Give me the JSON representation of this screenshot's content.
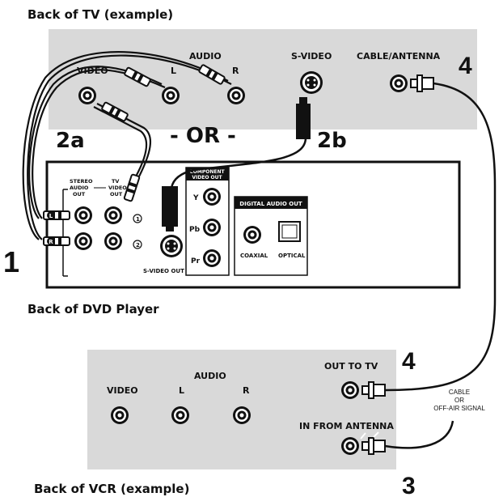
{
  "captions": {
    "tv": "Back of TV (example)",
    "dvd": "Back of DVD Player",
    "vcr": "Back of VCR (example)"
  },
  "tv_panel": {
    "video": "VIDEO",
    "audio": "AUDIO",
    "l": "L",
    "r": "R",
    "svideo": "S-VIDEO",
    "cable_antenna": "CABLE/ANTENNA"
  },
  "dvd_panel": {
    "stereo_audio_out": [
      "STEREO",
      "AUDIO",
      "OUT"
    ],
    "tv_video_out": [
      "TV",
      "VIDEO",
      "OUT"
    ],
    "jack_num_1": "1",
    "jack_num_2": "2",
    "svideo_out": "S-VIDEO OUT",
    "component_title": [
      "COMPONENT",
      "VIDEO OUT"
    ],
    "y": "Y",
    "pb": "Pb",
    "pr": "Pr",
    "digital_audio_out": "DIGITAL AUDIO OUT",
    "coaxial": "COAXIAL",
    "optical": "OPTICAL",
    "l_marker": "L",
    "r_marker": "R"
  },
  "vcr_panel": {
    "video": "VIDEO",
    "audio": "AUDIO",
    "l": "L",
    "r": "R",
    "out_to_tv": "OUT TO TV",
    "in_from_antenna": "IN FROM ANTENNA"
  },
  "signal_label": [
    "CABLE",
    "OR",
    "OFF-AIR SIGNAL"
  ],
  "steps": {
    "s1": "1",
    "s2a": "2a",
    "s2b": "2b",
    "s3": "3",
    "s4_top": "4",
    "s4_mid": "4",
    "or_text": "- OR -"
  },
  "colors": {
    "panel_gray": "#d9d9d9",
    "line": "#111111"
  }
}
